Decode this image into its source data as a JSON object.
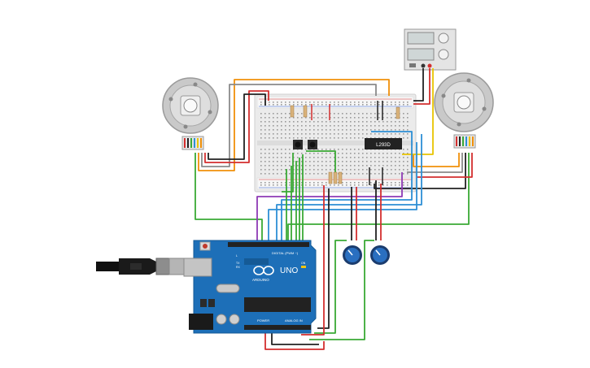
{
  "arduino": {
    "brand": "ARDUINO",
    "model": "UNO",
    "digital_header": "DIGITAL (PWM ~)",
    "power_header": "POWER",
    "analog_header": "ANALOG IN",
    "led_tx": "TX",
    "led_rx": "RX",
    "led_l": "L",
    "led_on": "ON"
  },
  "driver_ic": {
    "label": "L293D"
  },
  "colors": {
    "wire_red": "#d32f2f",
    "wire_black": "#222222",
    "wire_orange": "#f0900a",
    "wire_green": "#3aa935",
    "wire_blue": "#2d8fd5",
    "wire_purple": "#8e3ab5",
    "wire_yellow": "#e8c400",
    "wire_gray": "#8a8a8a",
    "arduino_board": "#1d6fb8",
    "knob": "#2a6fc0"
  },
  "icons": [
    "usb-cable-icon",
    "dc-motor-icon",
    "potentiometer-icon",
    "power-supply-icon",
    "pushbutton-icon"
  ]
}
